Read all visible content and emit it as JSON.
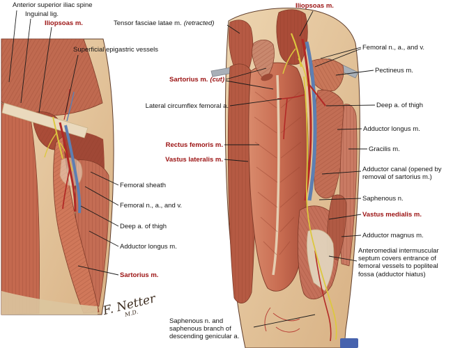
{
  "plate": {
    "signature_name": "F. Netter",
    "signature_title": "M.D."
  },
  "colors": {
    "label_red": "#9b1212",
    "muscle_base": "#c76b50",
    "artery": "#b22926",
    "vein": "#5d7fb2",
    "nerve": "#dcc83e",
    "skin": "#e6cba4",
    "corner_marker_blue": "#4763ae"
  },
  "labels": {
    "anterior_superior_iliac_spine": "Anterior superior iliac spine",
    "inguinal_lig": "Inguinal lig.",
    "iliopsoas_left": "Iliopsoas m.",
    "tensor_fasciae_latae": "Tensor fasciae latae m.",
    "tensor_fasciae_latae_note": "(retracted)",
    "superficial_epigastric": "Superficial epigastric vessels",
    "femoral_sheath": "Femoral sheath",
    "femoral_nav_left": "Femoral n., a., and v.",
    "deep_a_thigh_left": "Deep a. of thigh",
    "adductor_longus_left": "Adductor longus m.",
    "sartorius_left": "Sartorius m.",
    "iliopsoas_right": "Iliopsoas m.",
    "sartorius_cut": "Sartorius m.",
    "sartorius_cut_note": "(cut)",
    "lateral_circumflex": "Lateral circumflex femoral a.",
    "rectus_femoris": "Rectus femoris m.",
    "vastus_lateralis": "Vastus lateralis m.",
    "femoral_nav_right": "Femoral n., a., and v.",
    "pectineus": "Pectineus m.",
    "deep_a_thigh_right": "Deep a. of thigh",
    "adductor_longus_right": "Adductor longus m.",
    "gracilis": "Gracilis m.",
    "adductor_canal": "Adductor canal (opened by removal of sartorius m.)",
    "saphenous_n": "Saphenous n.",
    "vastus_medialis": "Vastus medialis m.",
    "adductor_magnus": "Adductor magnus m.",
    "anteromedial_septum": "Anteromedial intermuscular septum covers entrance of femoral vessels to popliteal fossa (adductor hiatus)",
    "saphenous_branch": "Saphenous n. and saphenous branch of descending genicular a."
  }
}
